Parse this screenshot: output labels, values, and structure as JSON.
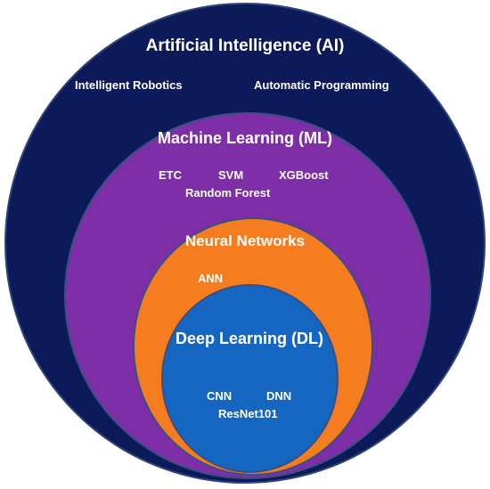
{
  "colors": {
    "ai": "#0d1a5a",
    "ml": "#7e2ea6",
    "nn": "#f57c1f",
    "dl": "#1566c0",
    "text": "#ffffff"
  },
  "ai": {
    "title": "Artificial Intelligence (AI)",
    "items": [
      "Intelligent Robotics",
      "Automatic Programming"
    ]
  },
  "ml": {
    "title": "Machine Learning (ML)",
    "items": [
      "ETC",
      "SVM",
      "XGBoost",
      "Random Forest"
    ]
  },
  "nn": {
    "title": "Neural Networks",
    "items": [
      "ANN"
    ]
  },
  "dl": {
    "title": "Deep Learning (DL)",
    "items": [
      "CNN",
      "DNN",
      "ResNet101"
    ]
  }
}
